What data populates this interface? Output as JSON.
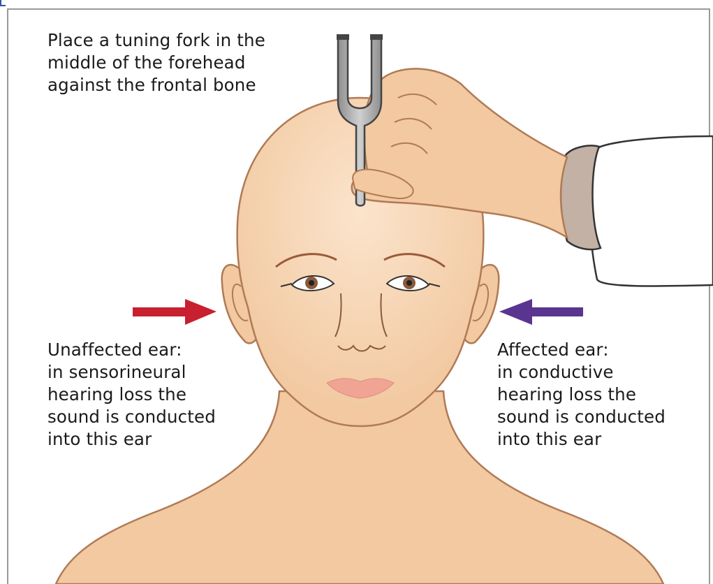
{
  "diagram": {
    "instruction": "Place a tuning fork in the\nmiddle of the forehead\nagainst the frontal bone",
    "unaffected_ear": "Unaffected ear:\nin sensorineural\nhearing loss the\nsound is conducted\ninto this ear",
    "affected_ear": "Affected ear:\nin conductive\nhearing loss the\nsound is conducted\ninto this ear"
  },
  "colors": {
    "skin": "#f2cca6",
    "skin_outline": "#b07a55",
    "lips": "#f0a494",
    "eyebrow": "#9a5a3a",
    "iris": "#8a5a3a",
    "fork": "#a8a8a8",
    "fork_dark": "#444444",
    "coat": "#ffffff",
    "cuff": "#c2b1a4",
    "red_arrow": "#c8202e",
    "purple_arrow": "#5a3590",
    "frame": "#9a9a9a"
  }
}
